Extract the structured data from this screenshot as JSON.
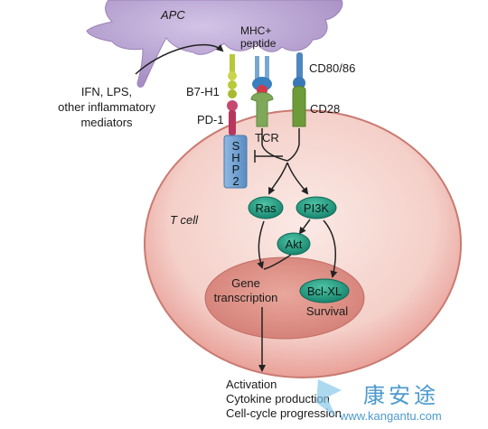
{
  "labels": {
    "apc": "APC",
    "mhc": "MHC+",
    "peptide": "peptide",
    "cd80": "CD80/86",
    "b7h1": "B7-H1",
    "pd1": "PD-1",
    "cd28": "CD28",
    "tcr": "TCR",
    "mediators": [
      "IFN, LPS,",
      "other inflammatory",
      "mediators"
    ],
    "tcell": "T cell",
    "shp2": [
      "S",
      "H",
      "P",
      "2"
    ],
    "gene": "Gene",
    "transcription": "transcription",
    "survival": "Survival",
    "outcomes": [
      "Activation",
      "Cytokine production",
      "Cell-cycle progression"
    ]
  },
  "nodes": {
    "ras": "Ras",
    "pi3k": "PI3K",
    "akt": "Akt",
    "bclxl": "Bcl-XL"
  },
  "watermark": {
    "chinese": "康安途",
    "url": "www.kangantu.com"
  },
  "colors": {
    "apc": "#b7a3d0",
    "tcell_outer": "#f3d2cc",
    "nucleus": "#d98a80",
    "node": "#1e9a80",
    "shp2": "#6f9fcf",
    "pd1": "#b8365e",
    "receptor_green": "#6d9a3d"
  }
}
